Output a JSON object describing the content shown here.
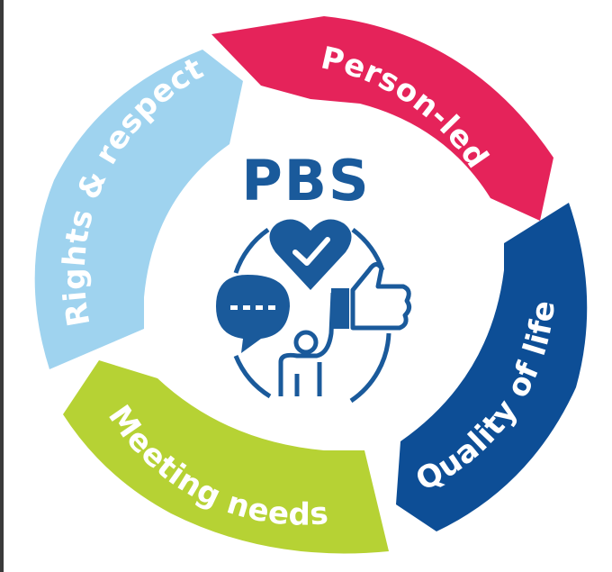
{
  "title": "PBS",
  "segments": [
    {
      "id": "person-led",
      "label": "Person-led",
      "color": "#e5235a"
    },
    {
      "id": "quality-of-life",
      "label": "Quality of life",
      "color": "#0d4e96"
    },
    {
      "id": "meeting-needs",
      "label": "Meeting needs",
      "color": "#b6d234"
    },
    {
      "id": "rights-respect",
      "label": "Rights & respect",
      "color": "#9fd3ef"
    }
  ],
  "icon_color": "#1a5a9b",
  "icons": [
    "heart-check-icon",
    "speech-bubble-icon",
    "thumbs-up-icon",
    "person-raising-hand-icon"
  ]
}
